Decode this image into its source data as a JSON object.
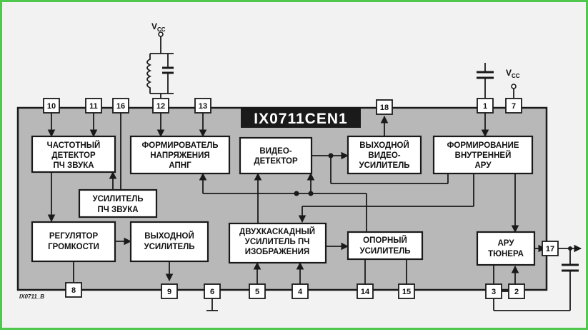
{
  "diagram": {
    "chip_name": "IX0711CEN1",
    "figure_code": "IX0711_B",
    "vcc": "V",
    "vcc_sub": "CC",
    "blocks": {
      "freq_detector": [
        "ЧАСТОТНЫЙ",
        "ДЕТЕКТОР",
        "ПЧ ЗВУКА"
      ],
      "apng_former": [
        "ФОРМИРОВАТЕЛЬ",
        "НАПРЯЖЕНИЯ",
        "АПНГ"
      ],
      "video_detector": [
        "ВИДЕО-",
        "ДЕТЕКТОР"
      ],
      "video_output_amp": [
        "ВЫХОДНОЙ",
        "ВИДЕО-",
        "УСИЛИТЕЛЬ"
      ],
      "internal_agc": [
        "ФОРМИРОВАНИЕ",
        "ВНУТРЕННЕЙ",
        "АРУ"
      ],
      "sound_if_amp": [
        "УСИЛИТЕЛЬ",
        "ПЧ ЗВУКА"
      ],
      "volume_control": [
        "РЕГУЛЯТОР",
        "ГРОМКОСТИ"
      ],
      "output_amp": [
        "ВЫХОДНОЙ",
        "УСИЛИТЕЛЬ"
      ],
      "if_amp_two_stage": [
        "ДВУХКАСКАДНЫЙ",
        "УСИЛИТЕЛЬ ПЧ",
        "ИЗОБРАЖЕНИЯ"
      ],
      "reference_amp": [
        "ОПОРНЫЙ",
        "УСИЛИТЕЛЬ"
      ],
      "tuner_agc": [
        "АРУ",
        "ТЮНЕРА"
      ]
    },
    "pins": {
      "p10": "10",
      "p11": "11",
      "p16": "16",
      "p12": "12",
      "p13": "13",
      "p18": "18",
      "p1": "1",
      "p7": "7",
      "p8": "8",
      "p9": "9",
      "p6": "6",
      "p5": "5",
      "p4": "4",
      "p14": "14",
      "p15": "15",
      "p3": "3",
      "p2": "2",
      "p17": "17"
    }
  }
}
